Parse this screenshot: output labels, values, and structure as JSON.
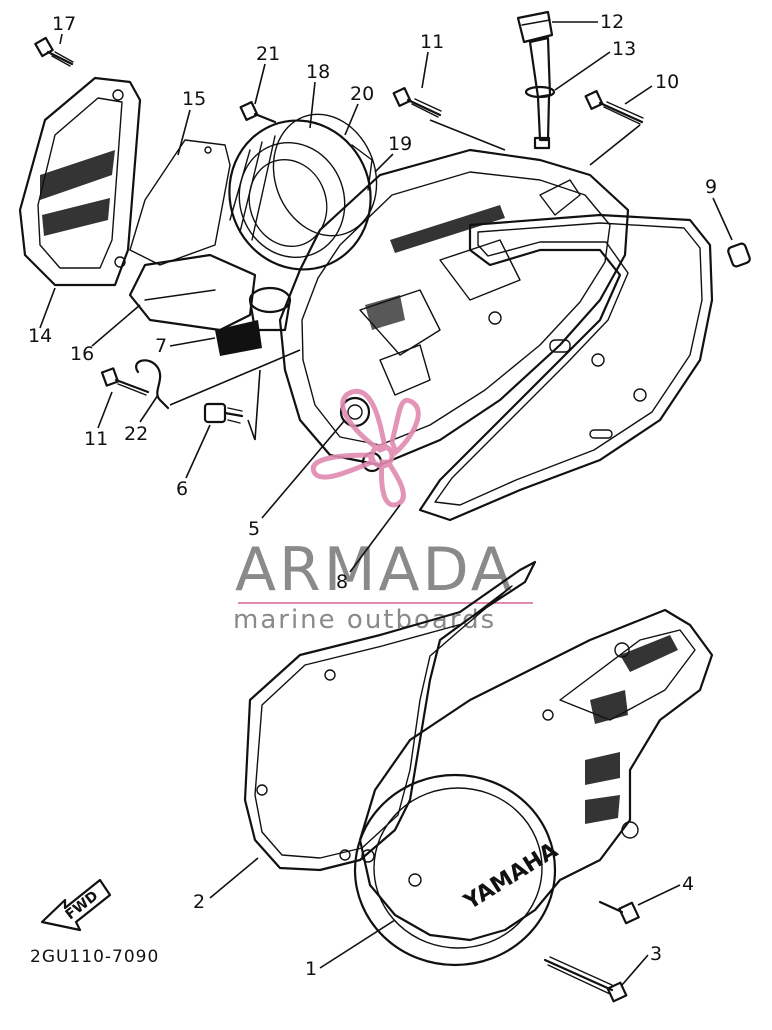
{
  "diagram": {
    "part_code": "2GU110-7090",
    "fwd_label": "FWD",
    "cover_brand": "YAMAHA",
    "callouts": {
      "c1": "1",
      "c2": "2",
      "c3": "3",
      "c4": "4",
      "c5": "5",
      "c6": "6",
      "c7": "7",
      "c8": "8",
      "c9": "9",
      "c10": "10",
      "c11a": "11",
      "c11b": "11",
      "c12": "12",
      "c13": "13",
      "c14": "14",
      "c15": "15",
      "c16": "16",
      "c17": "17",
      "c18": "18",
      "c19": "19",
      "c20": "20",
      "c21": "21",
      "c22": "22"
    }
  },
  "watermark": {
    "title": "ARMADA",
    "subtitle": "marine outboards",
    "accent_color": "#e18ab0",
    "text_color": "#8a8a8a"
  }
}
